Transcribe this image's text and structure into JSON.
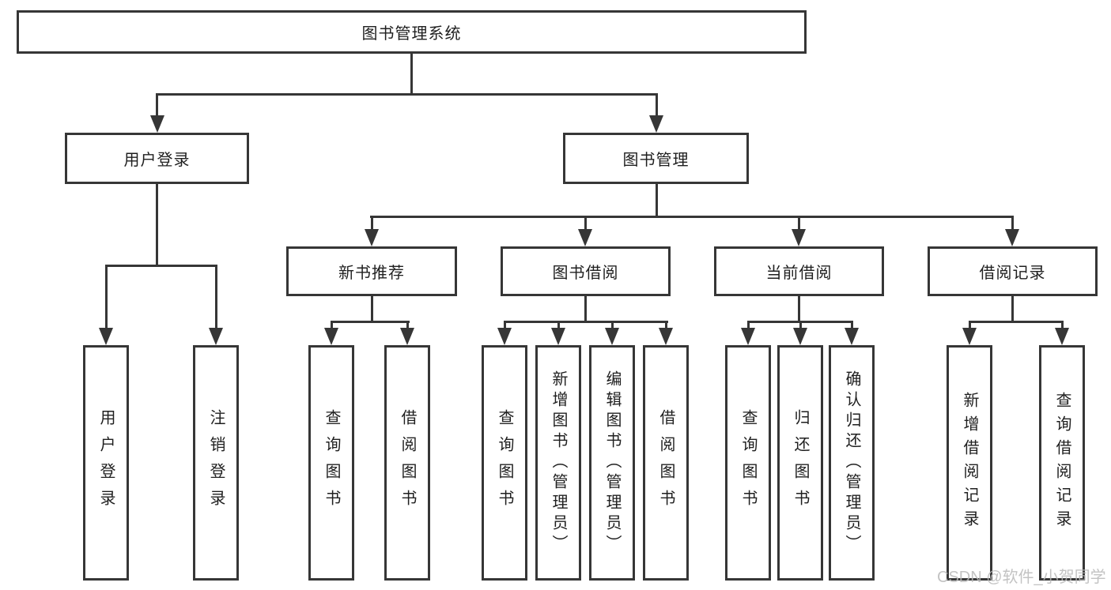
{
  "watermark": "CSDN @软件_小贺同学",
  "colors": {
    "line": "#363636",
    "text": "#1f1f1f",
    "watermark": "#b9b9b9",
    "background": "#ffffff"
  },
  "tree": {
    "root": {
      "label": "图书管理系统",
      "children": [
        {
          "label": "用户登录",
          "children": [
            {
              "label": "用户登录"
            },
            {
              "label": "注销登录"
            }
          ]
        },
        {
          "label": "图书管理",
          "children": [
            {
              "label": "新书推荐",
              "children": [
                {
                  "label": "查询图书"
                },
                {
                  "label": "借阅图书"
                }
              ]
            },
            {
              "label": "图书借阅",
              "children": [
                {
                  "label": "查询图书"
                },
                {
                  "label": "新增图书（管理员）"
                },
                {
                  "label": "编辑图书（管理员）"
                },
                {
                  "label": "借阅图书"
                }
              ]
            },
            {
              "label": "当前借阅",
              "children": [
                {
                  "label": "查询图书"
                },
                {
                  "label": "归还图书"
                },
                {
                  "label": "确认归还（管理员）"
                }
              ]
            },
            {
              "label": "借阅记录",
              "children": [
                {
                  "label": "新增借阅记录"
                },
                {
                  "label": "查询借阅记录"
                }
              ]
            }
          ]
        }
      ]
    }
  }
}
